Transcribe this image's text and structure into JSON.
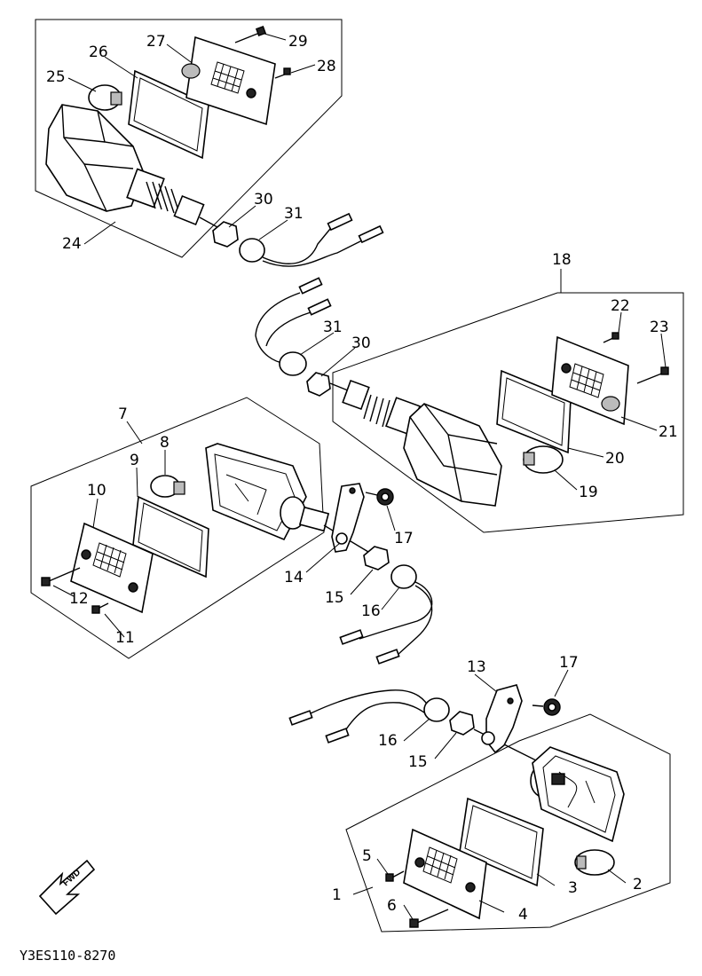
{
  "diagram": {
    "footer_code": "Y3ES110-8270",
    "direction_arrow": "FWD",
    "callouts": {
      "n1": "1",
      "n2": "2",
      "n3": "3",
      "n4": "4",
      "n5": "5",
      "n6": "6",
      "n7": "7",
      "n8": "8",
      "n9": "9",
      "n10": "10",
      "n11": "11",
      "n12": "12",
      "n13": "13",
      "n14": "14",
      "n15a": "15",
      "n15b": "15",
      "n16a": "16",
      "n16b": "16",
      "n17a": "17",
      "n17b": "17",
      "n18": "18",
      "n19": "19",
      "n20": "20",
      "n21": "21",
      "n22": "22",
      "n23": "23",
      "n24": "24",
      "n25": "25",
      "n26": "26",
      "n27": "27",
      "n28": "28",
      "n29": "29",
      "n30a": "30",
      "n30b": "30",
      "n31a": "31",
      "n31b": "31"
    },
    "icons": {
      "direction": "fwd-arrow-icon",
      "bulb": "bulb-icon",
      "lens": "lens-icon",
      "gasket": "gasket-icon",
      "housing": "turn-signal-housing-icon",
      "screw": "screw-icon",
      "nut": "nut-icon",
      "bracket": "bracket-icon",
      "grommet": "grommet-icon",
      "connector": "connector-icon"
    }
  }
}
